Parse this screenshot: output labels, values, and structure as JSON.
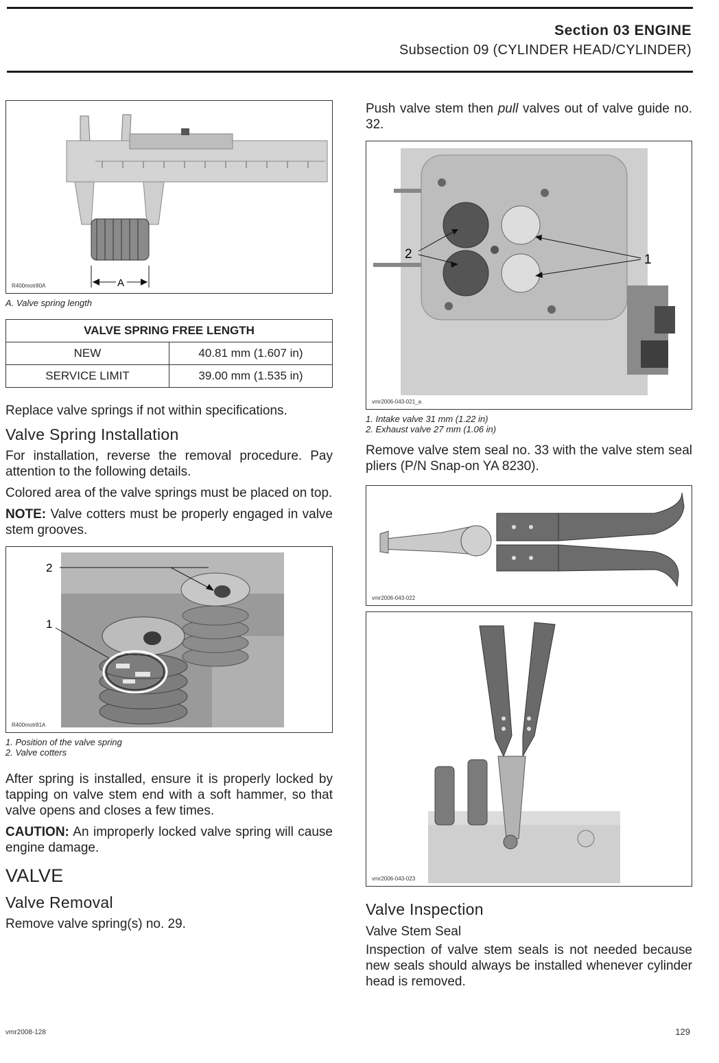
{
  "header": {
    "section": "Section 03 ENGINE",
    "subsection": "Subsection 09 (CYLINDER HEAD/CYLINDER)"
  },
  "left": {
    "fig1": {
      "code": "R400motr80A",
      "label_a": "A",
      "caption": "A. Valve spring length"
    },
    "table": {
      "title": "VALVE SPRING FREE LENGTH",
      "rows": [
        {
          "label": "NEW",
          "value": "40.81 mm (1.607 in)"
        },
        {
          "label": "SERVICE LIMIT",
          "value": "39.00 mm (1.535 in)"
        }
      ]
    },
    "p_replace": "Replace valve springs if not within specifications.",
    "h_install": "Valve Spring Installation",
    "p_install": "For installation, reverse the removal procedure. Pay attention to the following details.",
    "p_colored": "Colored area of the valve springs must be placed on top.",
    "note_label": "NOTE:",
    "note_text": " Valve cotters must be properly engaged in valve stem grooves.",
    "fig2": {
      "code": "R400motr81A",
      "callout_1": "1",
      "callout_2": "2",
      "caption_1": "1. Position of the valve spring",
      "caption_2": "2. Valve cotters"
    },
    "p_after": "After spring is installed, ensure it is properly locked by tapping on valve stem end with a soft hammer, so that valve opens and closes a few times.",
    "caution_label": "CAUTION:",
    "caution_text": " An improperly locked valve spring will cause engine damage.",
    "h_valve": "VALVE",
    "h_removal": "Valve Removal",
    "p_removal": "Remove valve spring(s) no. 29."
  },
  "right": {
    "p_push_a": "Push valve stem then ",
    "p_push_em": "pull",
    "p_push_b": " valves out of valve guide no. 32.",
    "fig3": {
      "code": "vmr2006-043-021_a",
      "callout_1": "1",
      "callout_2": "2",
      "caption_1": "1. Intake valve 31 mm (1.22 in)",
      "caption_2": "2. Exhaust valve 27 mm (1.06 in)"
    },
    "p_seal": "Remove valve stem seal no. 33 with the valve stem seal pliers (P/N Snap-on YA 8230).",
    "fig4": {
      "code": "vmr2006-043-022"
    },
    "fig5": {
      "code": "vmr2006-043-023"
    },
    "h_inspection": "Valve Inspection",
    "h_stem_seal": "Valve Stem Seal",
    "p_inspection": "Inspection of valve stem seals is not needed because new seals should always be installed whenever cylinder head is removed."
  },
  "footer": {
    "left": "vmr2008-128",
    "right": "129"
  }
}
